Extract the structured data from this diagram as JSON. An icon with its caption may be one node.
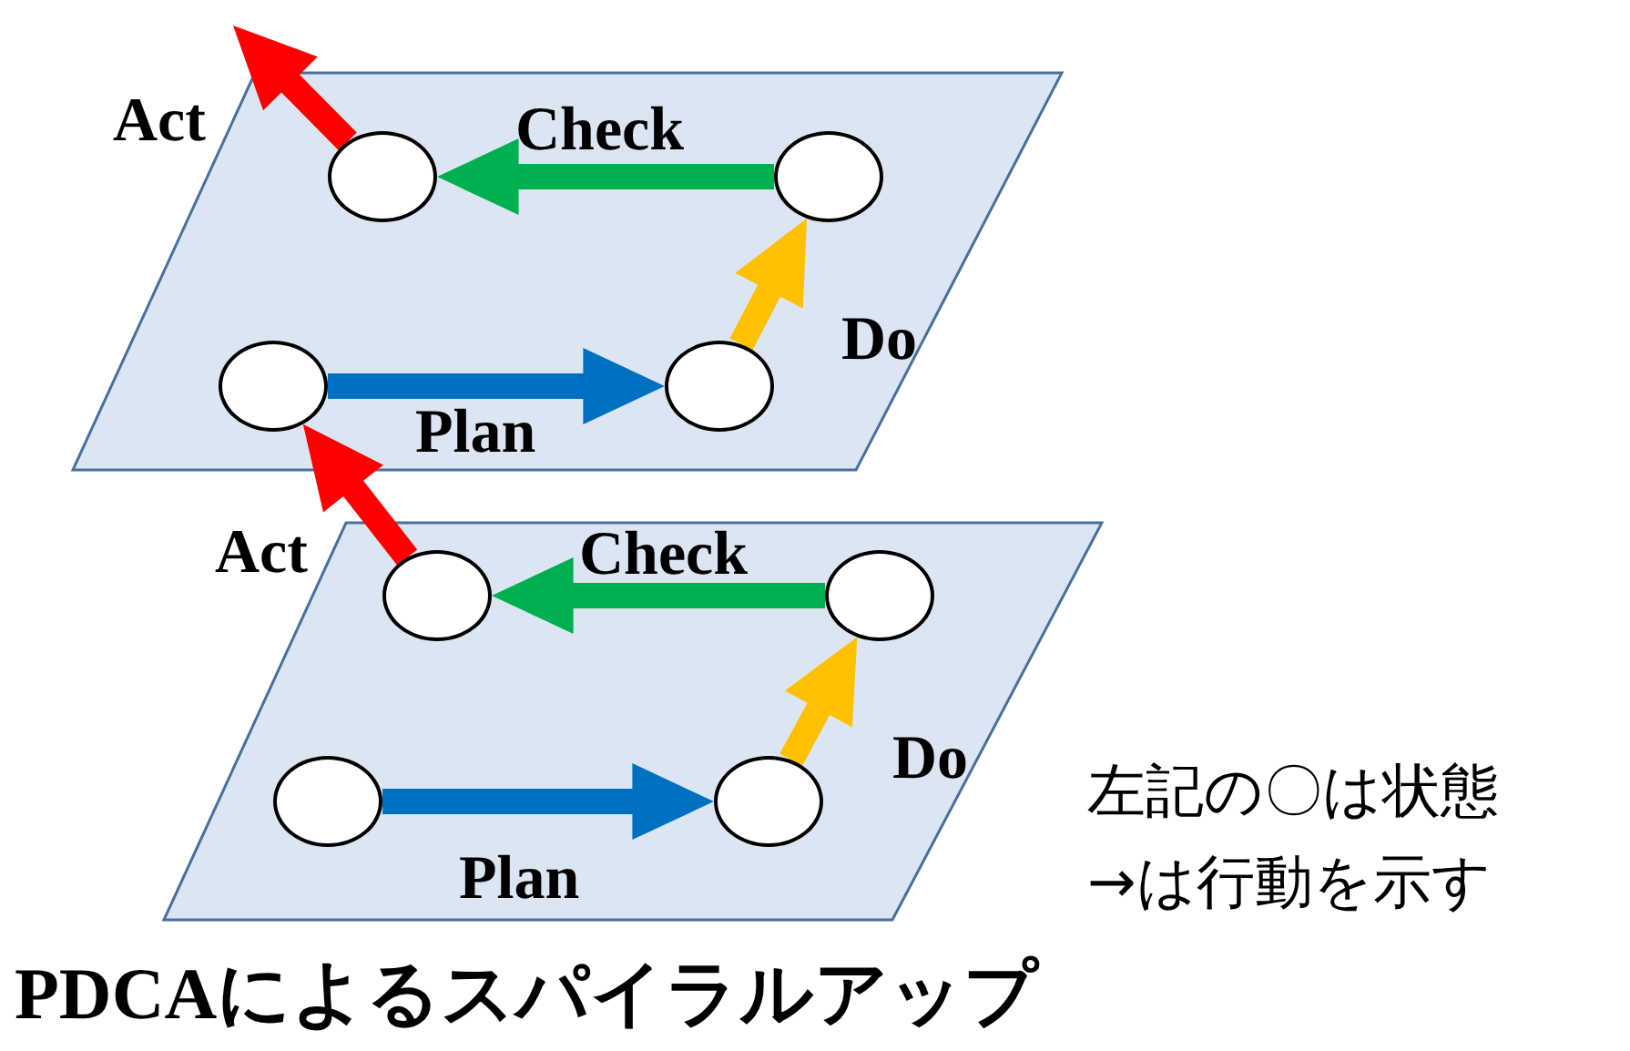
{
  "diagram": {
    "title": "PDCAによるスパイラルアップ",
    "nodes": [
      {
        "text": [],
        "shape": "parallelogram"
      },
      {
        "text": [],
        "shape": "circle",
        "in": 0
      },
      {
        "text": [],
        "shape": "circle",
        "in": 0
      },
      {
        "text": [],
        "shape": "circle",
        "in": 0
      },
      {
        "text": [],
        "shape": "circle",
        "in": 0
      },
      {
        "text": [],
        "shape": "parallelogram"
      },
      {
        "text": [],
        "shape": "circle",
        "in": 5
      },
      {
        "text": [],
        "shape": "circle",
        "in": 5
      },
      {
        "text": [],
        "shape": "circle",
        "in": 5
      },
      {
        "text": [],
        "shape": "circle",
        "in": 5
      }
    ],
    "edges": [
      {
        "from": 3,
        "to": 4,
        "arrow": "to",
        "label": "Plan",
        "color": "#0070c0"
      },
      {
        "from": 4,
        "to": 2,
        "arrow": "to",
        "label": "Do",
        "color": "#ffc000"
      },
      {
        "from": 2,
        "to": 1,
        "arrow": "to",
        "label": "Check",
        "color": "#00b050"
      },
      {
        "from": 1,
        "to": null,
        "arrow": "to",
        "label": "Act",
        "color": "#ff0000"
      },
      {
        "from": 8,
        "to": 9,
        "arrow": "to",
        "label": "Plan",
        "color": "#0070c0"
      },
      {
        "from": 9,
        "to": 7,
        "arrow": "to",
        "label": "Do",
        "color": "#ffc000"
      },
      {
        "from": 7,
        "to": 6,
        "arrow": "to",
        "label": "Check",
        "color": "#00b050"
      },
      {
        "from": 6,
        "to": 3,
        "arrow": "to",
        "label": "Act",
        "color": "#ff0000"
      }
    ],
    "labels": [
      "左記の〇は状態",
      "→は行動を示す"
    ]
  }
}
